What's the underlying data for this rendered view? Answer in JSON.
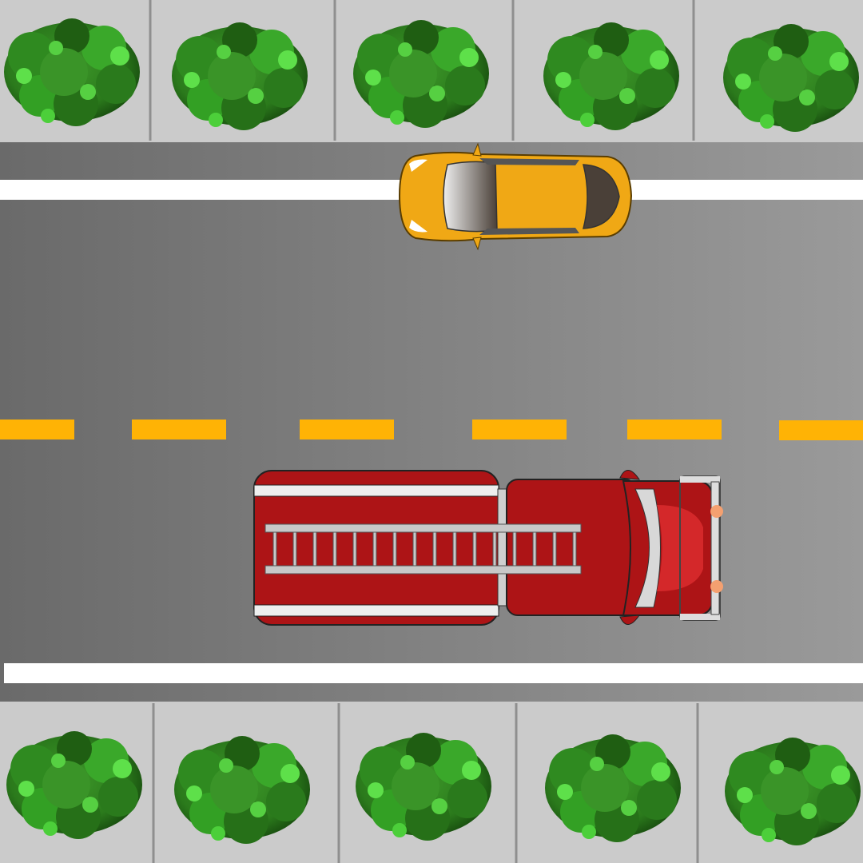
{
  "scene": {
    "type": "top-down road scene",
    "colors": {
      "sidewalk": "#cbcbcb",
      "road_dark": "#6a6a6a",
      "road_light": "#9a9a9a",
      "lane_white": "#ffffff",
      "lane_yellow": "#ffb305",
      "car_body": "#f0a815",
      "truck_body": "#ad1416",
      "bush_dark": "#1f5e12",
      "bush_light": "#3fbf2c"
    },
    "vehicles": [
      {
        "name": "yellow-car",
        "direction": "right"
      },
      {
        "name": "fire-truck",
        "direction": "right"
      }
    ]
  }
}
